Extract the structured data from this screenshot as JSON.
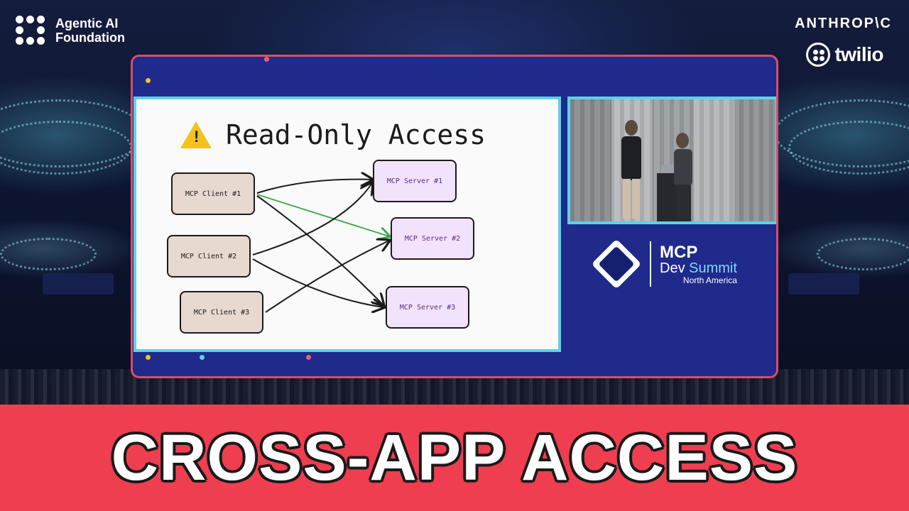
{
  "header": {
    "org_line1": "Agentic AI",
    "org_line2": "Foundation",
    "sponsor_1": "ANTHROP\\C",
    "sponsor_2": "twilio"
  },
  "slide": {
    "title": "Read-Only Access",
    "warning_glyph": "!",
    "clients": [
      "MCP Client #1",
      "MCP Client #2",
      "MCP Client #3"
    ],
    "servers": [
      "MCP Server #1",
      "MCP Server #2",
      "MCP Server #3"
    ],
    "highlight_color": "#3aa84a"
  },
  "event": {
    "name_line1": "MCP",
    "name_dev": "Dev",
    "name_summit": "Summit",
    "region": "North America"
  },
  "banner": {
    "title": "CROSS-APP ACCESS"
  },
  "colors": {
    "banner": "#ef3e50",
    "screen_border": "#d94d6a",
    "screen_bg": "#1f2a8a",
    "slide_border": "#5fd1e6"
  }
}
